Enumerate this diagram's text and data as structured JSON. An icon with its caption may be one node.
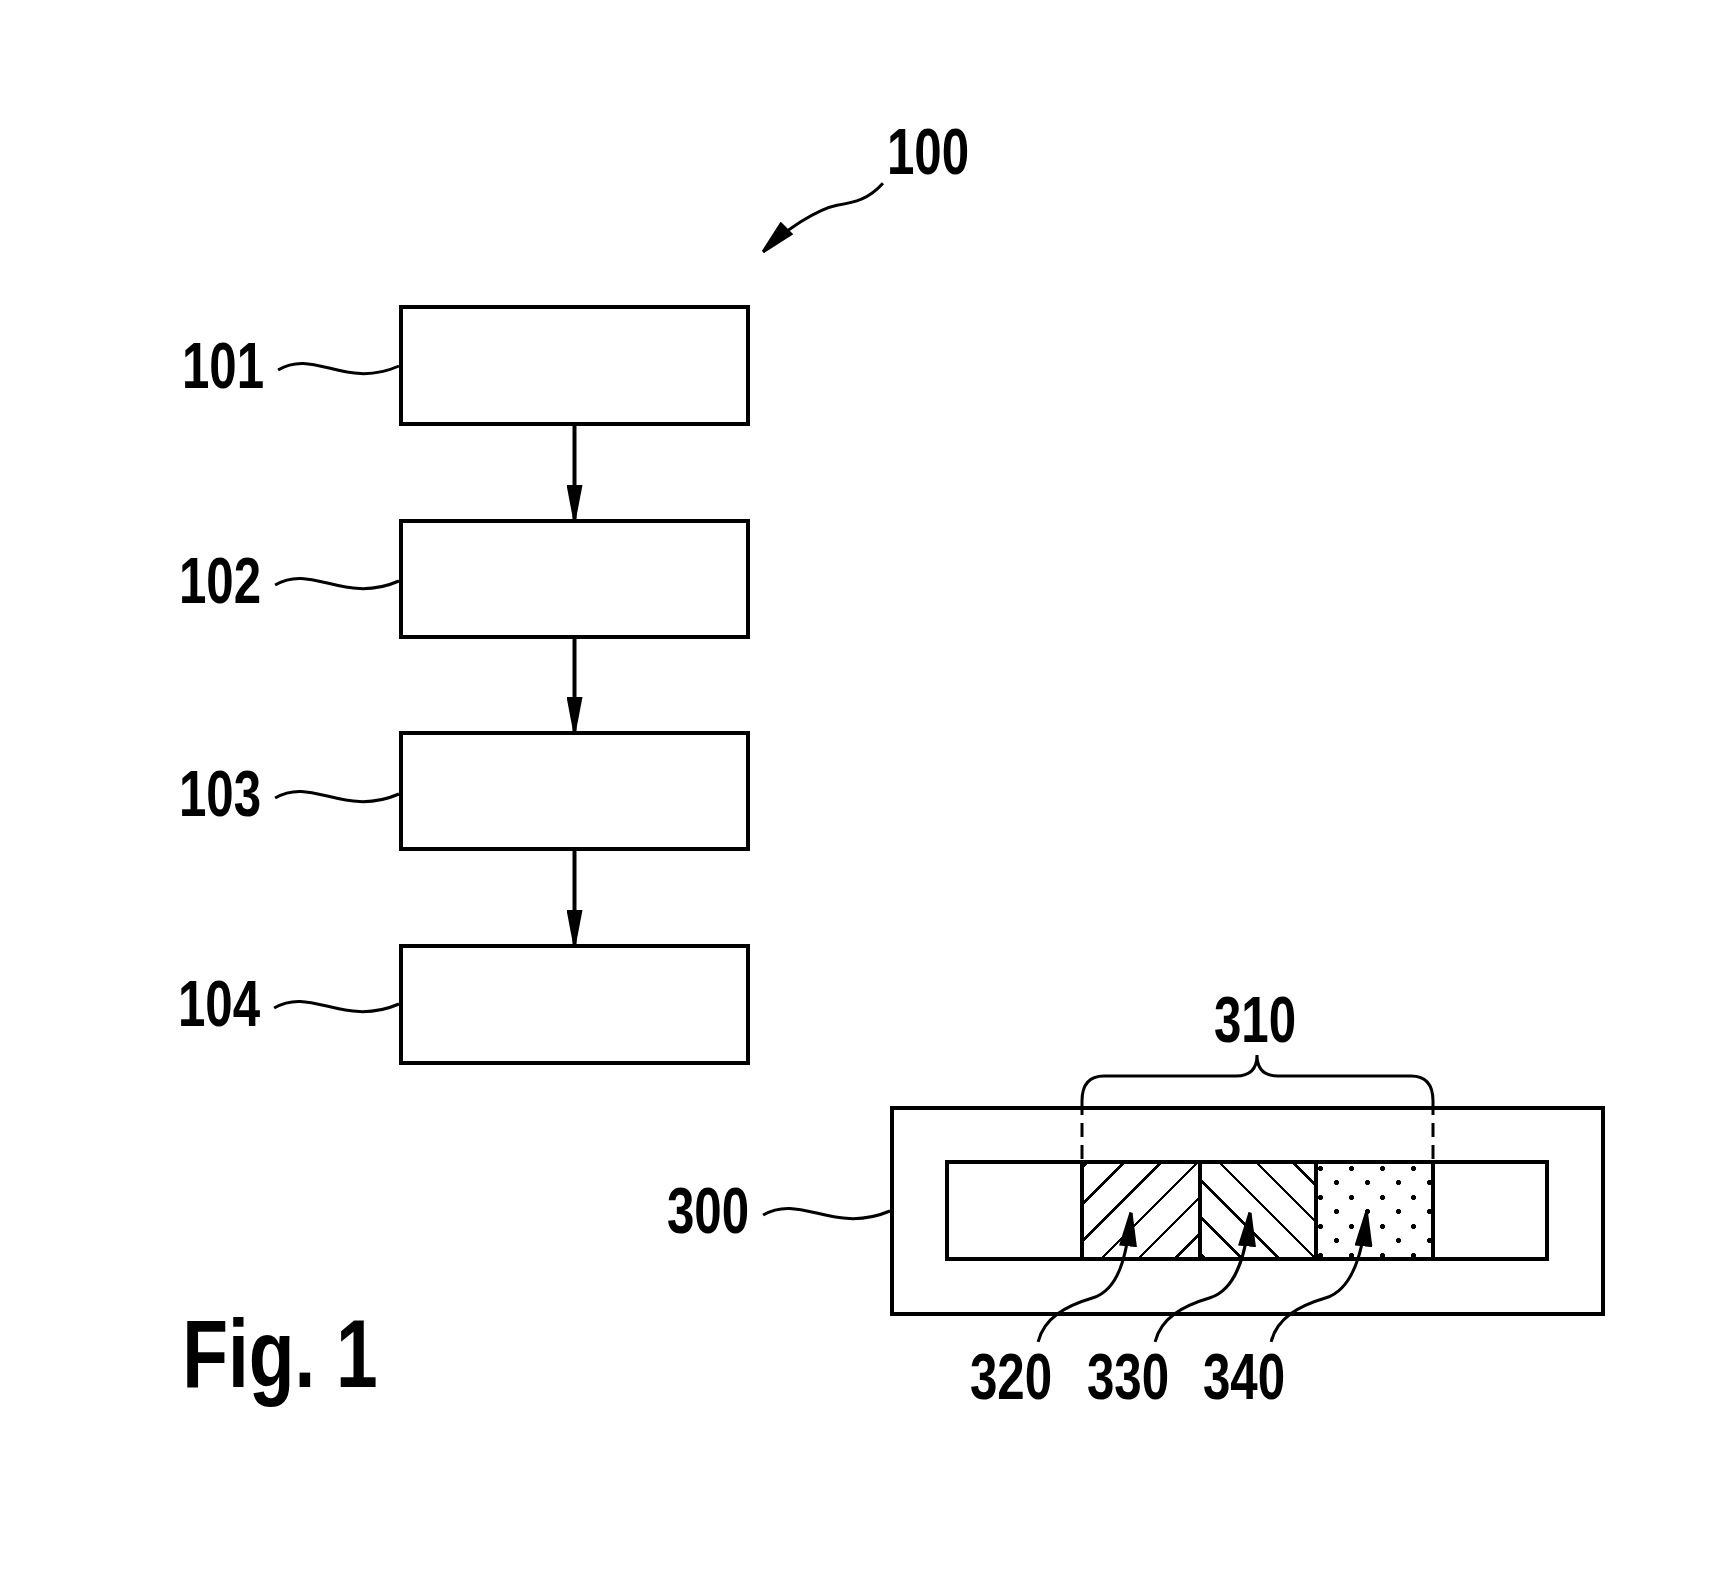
{
  "diagram": {
    "caption": "Fig. 1",
    "nodes": [
      {
        "text": [
          "100"
        ]
      },
      {
        "text": [
          "101"
        ]
      },
      {
        "text": [],
        "shape": "box"
      },
      {
        "text": [
          "102"
        ]
      },
      {
        "text": [],
        "shape": "box"
      },
      {
        "text": [
          "103"
        ]
      },
      {
        "text": [],
        "shape": "box"
      },
      {
        "text": [
          "104"
        ]
      },
      {
        "text": [],
        "shape": "box"
      },
      {
        "text": [
          "300"
        ]
      },
      {
        "text": [],
        "shape": "box"
      },
      {
        "text": [],
        "shape": "box",
        "in": 10
      },
      {
        "text": [],
        "shape": "box",
        "in": 11
      },
      {
        "text": [],
        "shape": "box",
        "in": 11
      },
      {
        "text": [],
        "shape": "box",
        "in": 11
      },
      {
        "text": [
          "320"
        ]
      },
      {
        "text": [
          "330"
        ]
      },
      {
        "text": [
          "340"
        ]
      }
    ],
    "edges": [
      {
        "from": 0,
        "to": null,
        "arrow": "to"
      },
      {
        "from": 1,
        "to": 2,
        "arrow": "none"
      },
      {
        "from": 2,
        "to": 4,
        "arrow": "to"
      },
      {
        "from": 3,
        "to": 4,
        "arrow": "none"
      },
      {
        "from": 4,
        "to": 6,
        "arrow": "to"
      },
      {
        "from": 5,
        "to": 6,
        "arrow": "none"
      },
      {
        "from": 6,
        "to": 8,
        "arrow": "to"
      },
      {
        "from": 7,
        "to": 8,
        "arrow": "none"
      },
      {
        "from": 9,
        "to": 10,
        "arrow": "none"
      },
      {
        "from": 15,
        "to": 12,
        "arrow": "to"
      },
      {
        "from": 16,
        "to": 13,
        "arrow": "to"
      },
      {
        "from": 17,
        "to": 14,
        "arrow": "to"
      }
    ],
    "labels": [
      "310"
    ]
  }
}
